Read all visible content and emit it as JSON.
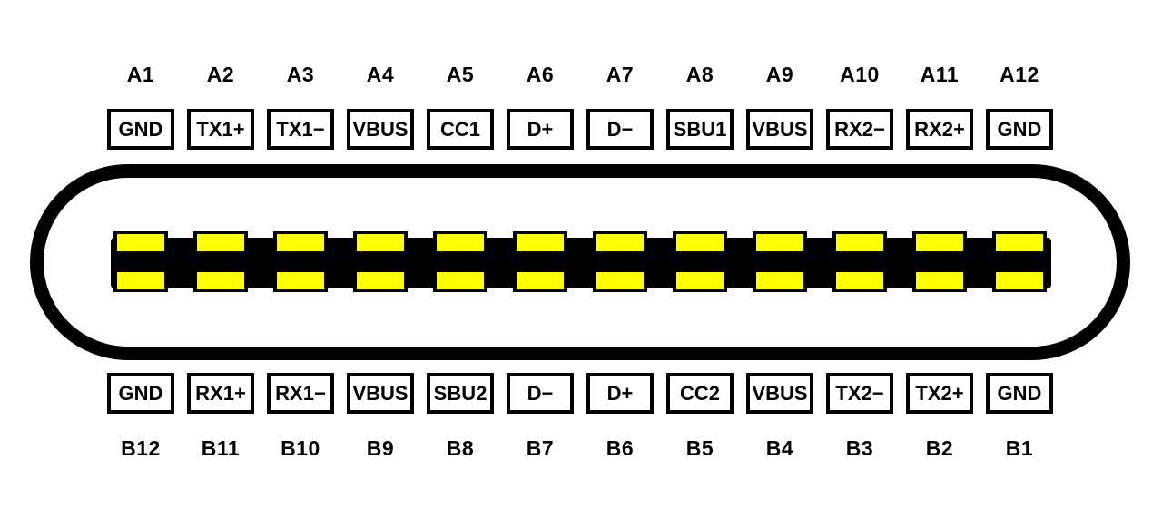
{
  "connector": {
    "colors": {
      "outline": "#000000",
      "pin_contact": "#FFFF00",
      "background": "#FFFFFF"
    },
    "top_pins": [
      {
        "number": "A1",
        "name": "GND"
      },
      {
        "number": "A2",
        "name": "TX1+"
      },
      {
        "number": "A3",
        "name": "TX1−"
      },
      {
        "number": "A4",
        "name": "VBUS"
      },
      {
        "number": "A5",
        "name": "CC1"
      },
      {
        "number": "A6",
        "name": "D+"
      },
      {
        "number": "A7",
        "name": "D−"
      },
      {
        "number": "A8",
        "name": "SBU1"
      },
      {
        "number": "A9",
        "name": "VBUS"
      },
      {
        "number": "A10",
        "name": "RX2−"
      },
      {
        "number": "A11",
        "name": "RX2+"
      },
      {
        "number": "A12",
        "name": "GND"
      }
    ],
    "bottom_pins": [
      {
        "number": "B12",
        "name": "GND"
      },
      {
        "number": "B11",
        "name": "RX1+"
      },
      {
        "number": "B10",
        "name": "RX1−"
      },
      {
        "number": "B9",
        "name": "VBUS"
      },
      {
        "number": "B8",
        "name": "SBU2"
      },
      {
        "number": "B7",
        "name": "D−"
      },
      {
        "number": "B6",
        "name": "D+"
      },
      {
        "number": "B5",
        "name": "CC2"
      },
      {
        "number": "B4",
        "name": "VBUS"
      },
      {
        "number": "B3",
        "name": "TX2−"
      },
      {
        "number": "B2",
        "name": "TX2+"
      },
      {
        "number": "B1",
        "name": "GND"
      }
    ]
  }
}
